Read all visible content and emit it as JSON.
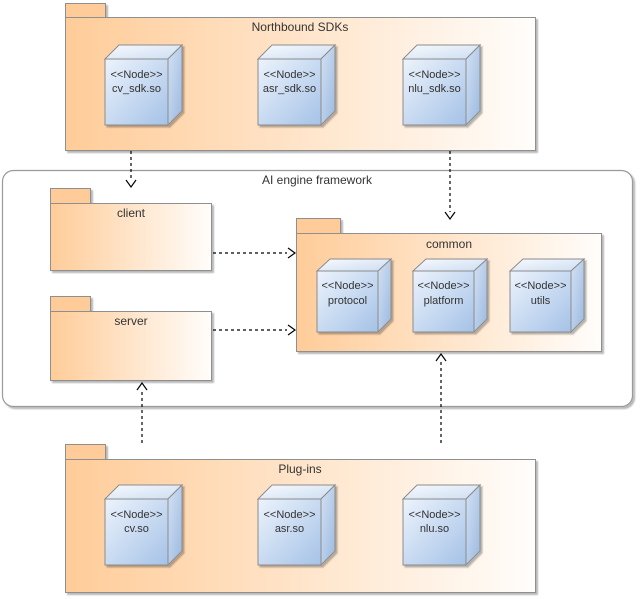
{
  "packages": {
    "northbound": {
      "title": "Northbound SDKs"
    },
    "framework": {
      "title": "AI engine framework"
    },
    "client": {
      "title": "client"
    },
    "server": {
      "title": "server"
    },
    "common": {
      "title": "common"
    },
    "plugins": {
      "title": "Plug-ins"
    }
  },
  "nodes": {
    "cv_sdk": {
      "stereotype": "<<Node>>",
      "name": "cv_sdk.so"
    },
    "asr_sdk": {
      "stereotype": "<<Node>>",
      "name": "asr_sdk.so"
    },
    "nlu_sdk": {
      "stereotype": "<<Node>>",
      "name": "nlu_sdk.so"
    },
    "protocol": {
      "stereotype": "<<Node>>",
      "name": "protocol"
    },
    "platform": {
      "stereotype": "<<Node>>",
      "name": "platform"
    },
    "utils": {
      "stereotype": "<<Node>>",
      "name": "utils"
    },
    "cv": {
      "stereotype": "<<Node>>",
      "name": "cv.so"
    },
    "asr": {
      "stereotype": "<<Node>>",
      "name": "asr.so"
    },
    "nlu": {
      "stereotype": "<<Node>>",
      "name": "nlu.so"
    }
  },
  "edges": [
    {
      "from": "cv_sdk.so",
      "to": "client",
      "style": "dashed-open-arrow"
    },
    {
      "from": "nlu_sdk.so",
      "to": "common",
      "style": "dashed-open-arrow"
    },
    {
      "from": "client",
      "to": "common",
      "style": "dashed-open-arrow"
    },
    {
      "from": "server",
      "to": "common",
      "style": "dashed-open-arrow"
    },
    {
      "from": "Plug-ins",
      "to": "server",
      "style": "dashed-open-arrow"
    },
    {
      "from": "Plug-ins",
      "to": "common",
      "style": "dashed-open-arrow"
    }
  ],
  "colors": {
    "package_fill": "#ffcc99",
    "package_fill_fade": "#fffdfb",
    "node_fill_light": "#ecf3fc",
    "node_fill_dark": "#a5c2e7",
    "border_gray": "#8f8f8f",
    "arrow": "#000000",
    "text": "#333333",
    "background": "#ffffff"
  }
}
